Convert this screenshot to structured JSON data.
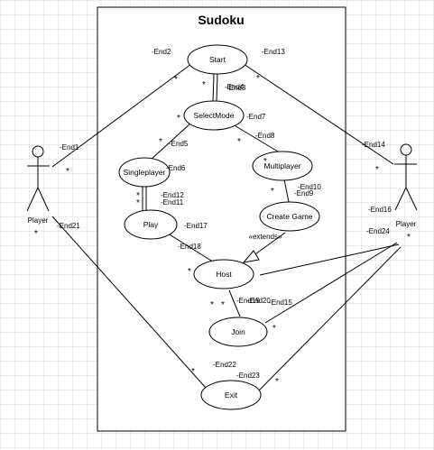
{
  "system": {
    "title": "Sudoku"
  },
  "actors": [
    {
      "id": "player-left",
      "label": "Player"
    },
    {
      "id": "player-right",
      "label": "Player"
    }
  ],
  "use_cases": [
    {
      "id": "start",
      "label": "Start"
    },
    {
      "id": "select-mode",
      "label": "SelectMode"
    },
    {
      "id": "singleplayer",
      "label": "Singleplayer"
    },
    {
      "id": "multiplayer",
      "label": "Multiplayer"
    },
    {
      "id": "play",
      "label": "Play"
    },
    {
      "id": "create-game",
      "label": "Create Game"
    },
    {
      "id": "host",
      "label": "Host"
    },
    {
      "id": "join",
      "label": "Join"
    },
    {
      "id": "exit",
      "label": "Exit"
    }
  ],
  "relations": [
    {
      "id": "extends",
      "label": "«extends»"
    }
  ],
  "end_labels": {
    "end1": "-End1",
    "end2": "-End2",
    "end3": "-End3",
    "end4": "-End4",
    "end5": "-End5",
    "end6": "-End6",
    "end7": "-End7",
    "end8": "-End8",
    "end9": "-End9",
    "end10": "-End10",
    "end11": "-End11",
    "end12": "-End12",
    "end13": "-End13",
    "end14": "-End14",
    "end15": "-End15",
    "end16": "-End16",
    "end17": "-End17",
    "end18": "-End18",
    "end19": "-End19",
    "end20": "-End20",
    "end21": "-End21",
    "end22": "-End22",
    "end23": "-End23",
    "end24": "-End24"
  },
  "multiplicity": "*"
}
